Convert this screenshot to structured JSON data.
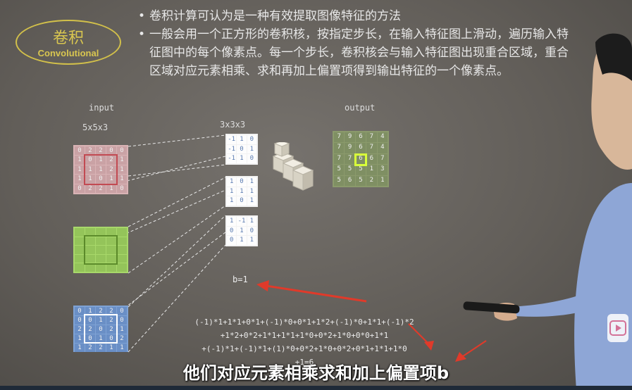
{
  "badge": {
    "title_zh": "卷积",
    "title_en": "Convolutional"
  },
  "bullets": [
    "卷积计算可认为是一种有效提取图像特征的方法",
    "一般会用一个正方形的卷积核，按指定步长，在输入特征图上滑动，遍历输入特征图中的每个像素点。每一个步长，卷积核会与输入特征图出现重合区域，重合区域对应元素相乘、求和再加上偏置项得到输出特征的一个像素点。"
  ],
  "labels": {
    "input": "input",
    "input_size": "5x5x3",
    "kernel_size": "3x3x3",
    "output": "output",
    "bias": "b=1"
  },
  "input_red": [
    "0",
    "2",
    "2",
    "0",
    "0",
    "1",
    "0",
    "1",
    "2",
    "1",
    "1",
    "1",
    "1",
    "2",
    "1",
    "1",
    "1",
    "0",
    "1",
    "1",
    "0",
    "2",
    "2",
    "1",
    "0"
  ],
  "input_green": [
    "",
    "",
    "",
    "",
    "",
    "",
    "",
    "",
    "",
    "",
    "",
    "",
    "",
    "",
    "",
    "",
    "",
    "",
    "",
    "",
    "",
    "",
    "",
    "",
    ""
  ],
  "input_blue": [
    "0",
    "1",
    "2",
    "2",
    "0",
    "0",
    "0",
    "1",
    "2",
    "0",
    "2",
    "2",
    "0",
    "2",
    "1",
    "1",
    "0",
    "1",
    "0",
    "2",
    "1",
    "2",
    "2",
    "1",
    "1"
  ],
  "kernels": [
    [
      "-1",
      "1",
      "0",
      "-1",
      "0",
      "1",
      "-1",
      "1",
      "0"
    ],
    [
      "1",
      "0",
      "1",
      "1",
      "1",
      "1",
      "1",
      "0",
      "1"
    ],
    [
      "1",
      "-1",
      "1",
      "0",
      "1",
      "0",
      "0",
      "1",
      "1"
    ]
  ],
  "output_grid": [
    "7",
    "9",
    "6",
    "7",
    "4",
    "7",
    "9",
    "6",
    "7",
    "4",
    "7",
    "7",
    "6",
    "6",
    "7",
    "5",
    "5",
    "5",
    "1",
    "3",
    "5",
    "6",
    "5",
    "2",
    "1"
  ],
  "formula_lines": [
    "(-1)*1+1*1+0*1+(-1)*0+0*1+1*2+(-1)*0+1*1+(-1)*2",
    "+1*2+0*2+1*1+1*1+1*0+0*2+1*0+0*0+1*1",
    "+(-1)*1+(-1)*1+(1)*0+0*2+1*0+0*2+0*1+1*1+1*0",
    "+1=6"
  ],
  "subtitle": "他们对应元素相乘求和加上偏置项b",
  "colors": {
    "accent_yellow": "#d9c650",
    "red_grid": "#c98a8c",
    "green_grid": "#9fcc5a",
    "blue_grid": "#6f96cc",
    "arrow_red": "#e03a2a",
    "highlight": "#d8ff3a"
  }
}
